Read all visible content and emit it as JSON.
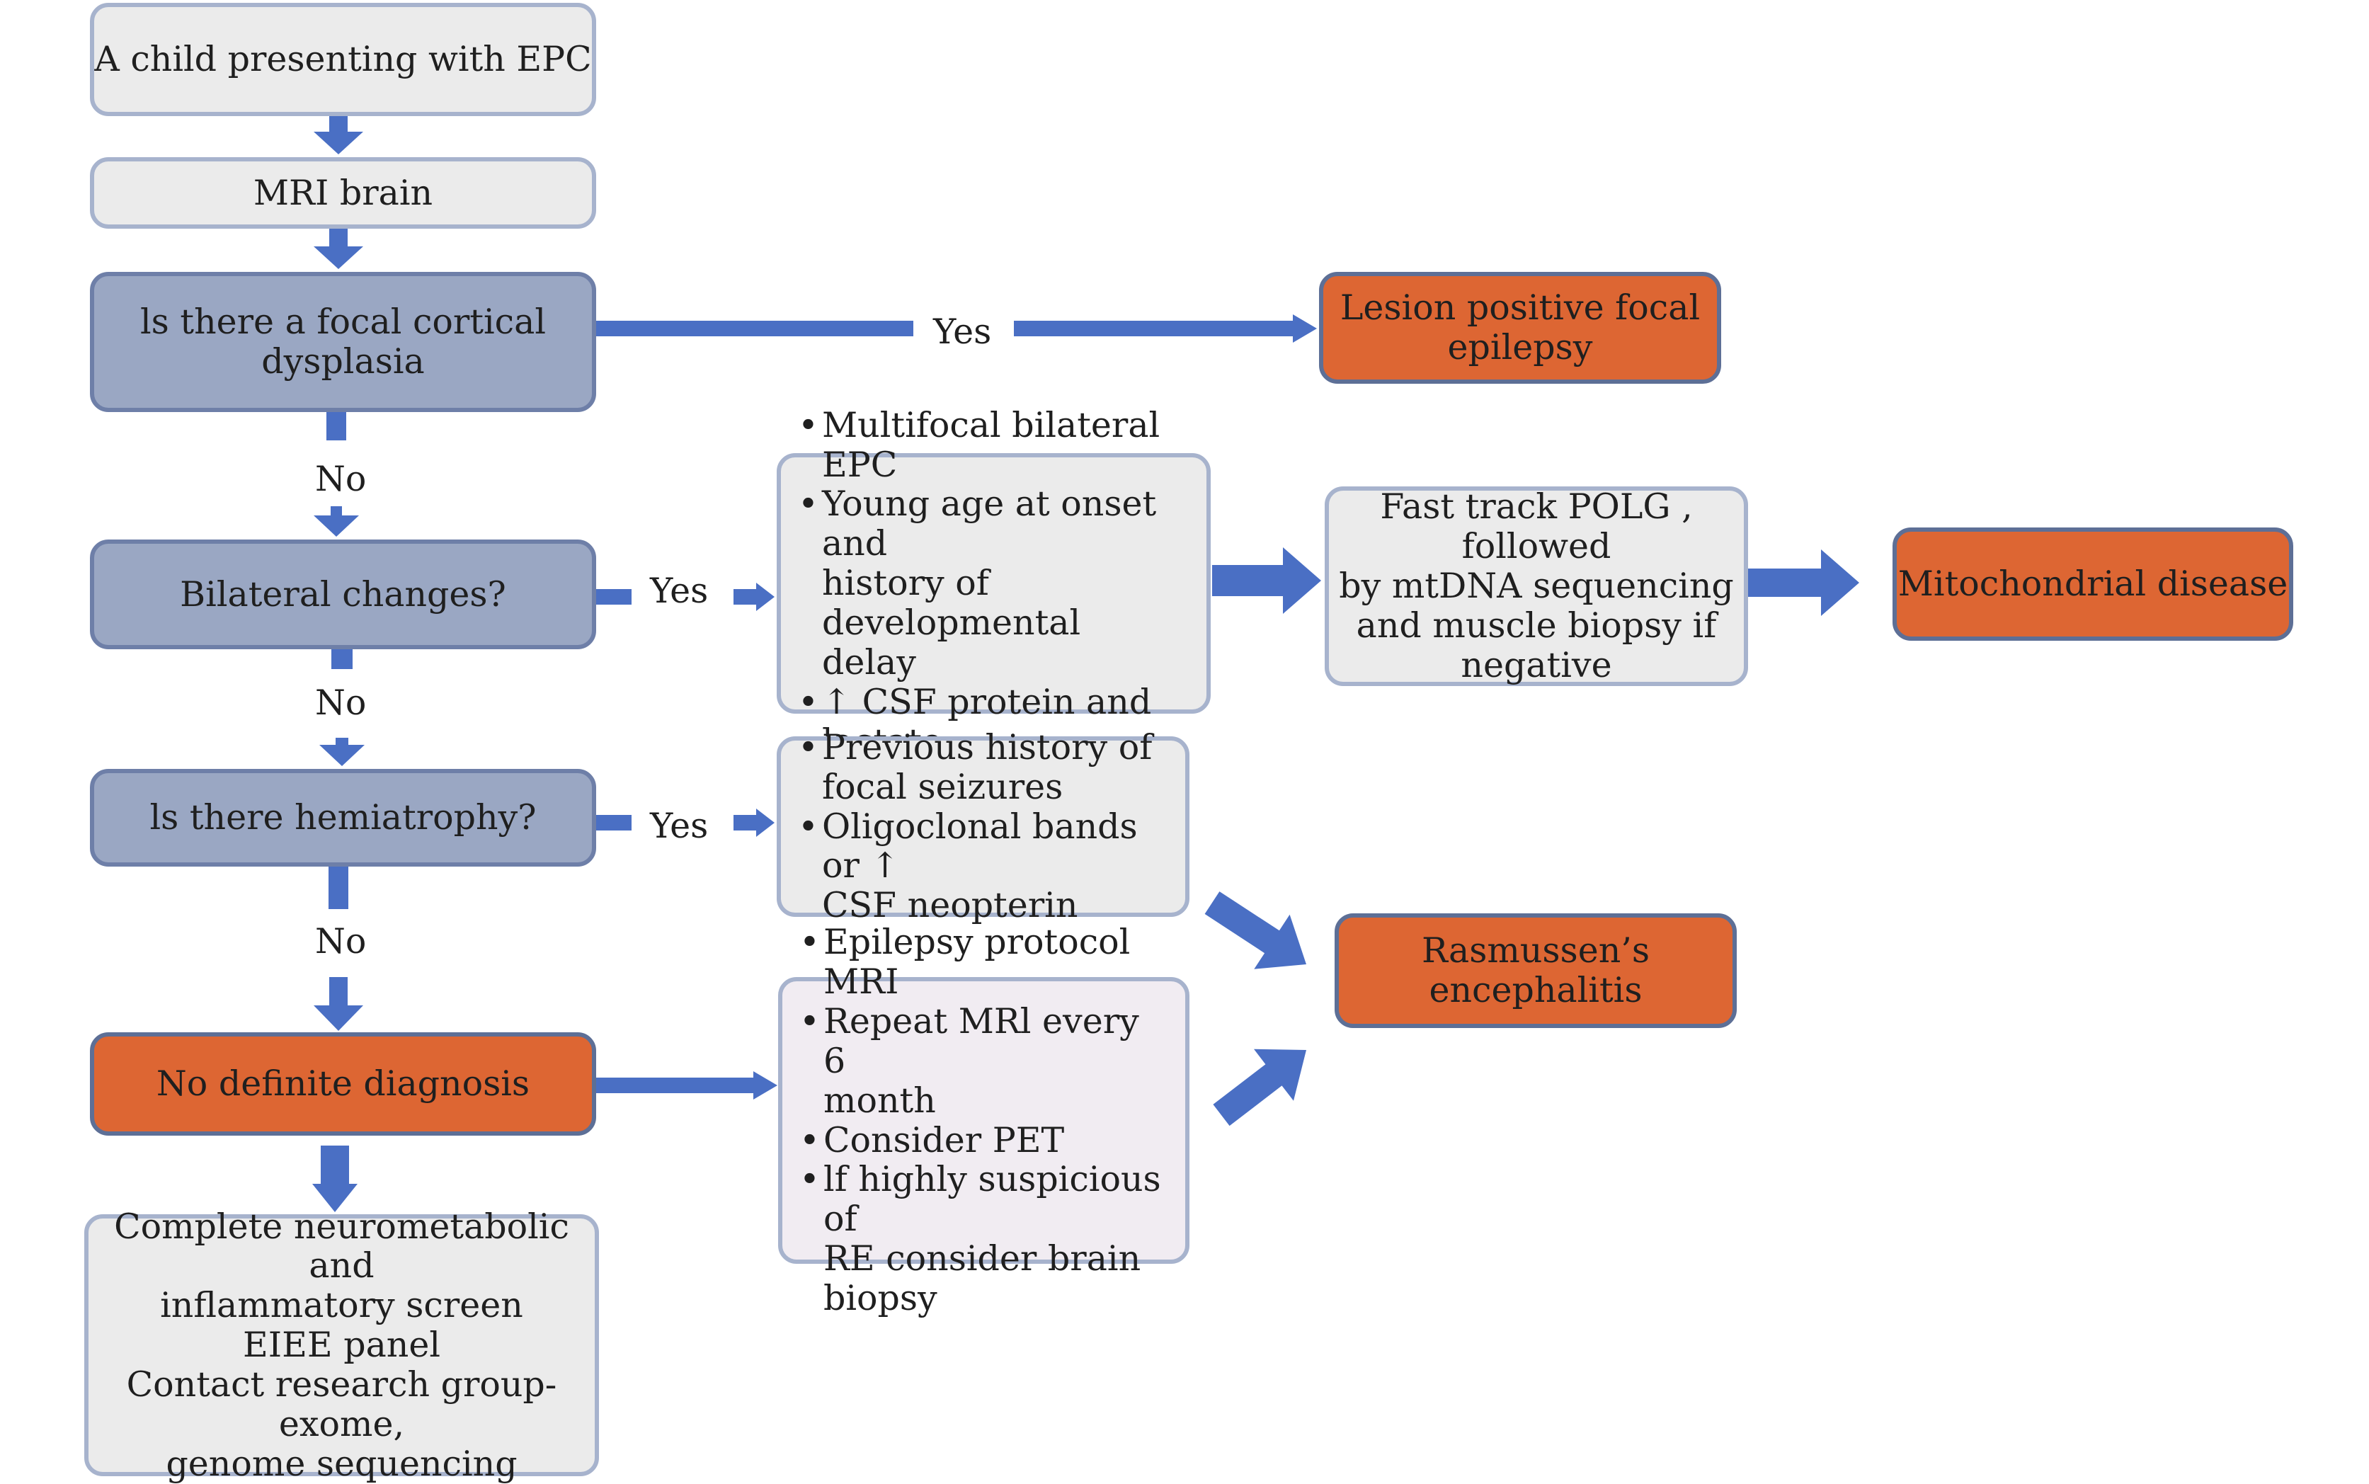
{
  "colors": {
    "arrow": "#4a6fc4",
    "blue_box": "#9aa7c3",
    "orange_box": "#dd6633",
    "grey_box": "#ebebeb"
  },
  "nodes": {
    "start": "A child presenting with EPC",
    "mri": "MRI brain",
    "q_fcd": "ls there a focal cortical dysplasia",
    "lesion_positive": [
      "Lesion positive focal",
      "epilepsy"
    ],
    "q_bilateral": "Bilateral changes?",
    "q_hemiatrophy": "ls there hemiatrophy?",
    "no_diagnosis": "No definite diagnosis",
    "mito_criteria": [
      [
        "Multifocal bilateral EPC"
      ],
      [
        "Young age at onset and",
        "history of developmental",
        "delay"
      ],
      [
        "↑ CSF protein and lactate"
      ]
    ],
    "polg": [
      "Fast track POLG , followed",
      "by mtDNA sequencing",
      "and muscle biopsy if",
      "negative"
    ],
    "mito_disease": "Mitochondrial disease",
    "re_criteria": [
      [
        "Previous history of",
        "focal seizures"
      ],
      [
        "Oligoclonal bands or ↑",
        "CSF neopterin"
      ]
    ],
    "followup": [
      [
        "Epilepsy protocol MRI"
      ],
      [
        "Repeat MRl every 6",
        "month"
      ],
      [
        "Consider PET"
      ],
      [
        "lf highly suspicious of",
        "RE consider brain",
        "biopsy"
      ]
    ],
    "rasmussen": "Rasmussen’s encephalitis",
    "screen": [
      "Complete neurometabolic and",
      "inflammatory screen",
      "EIEE panel",
      "Contact research group-exome,",
      "genome sequencing"
    ]
  },
  "edge_labels": {
    "yes_fcd": "Yes",
    "no_fcd": "No",
    "yes_bilateral": "Yes",
    "no_bilateral": "No",
    "yes_hemiatrophy": "Yes",
    "no_hemiatrophy": "No"
  }
}
